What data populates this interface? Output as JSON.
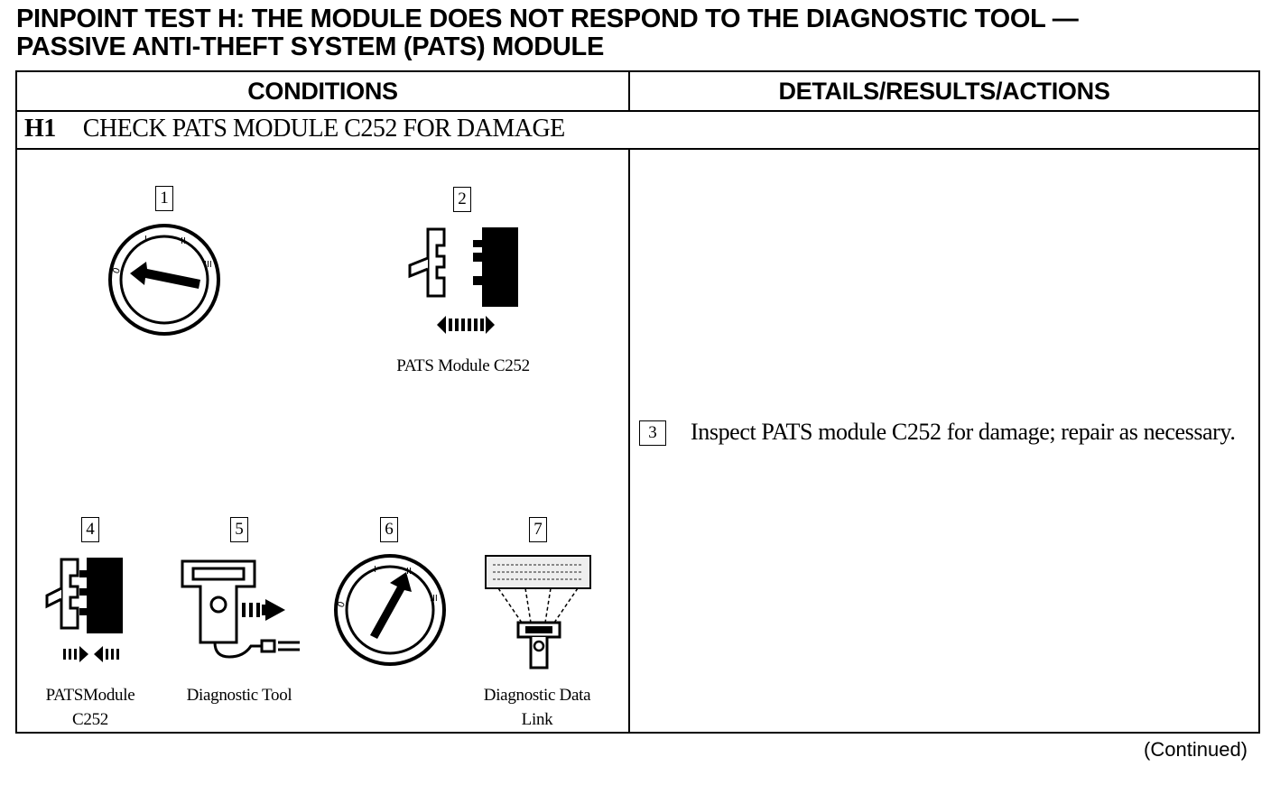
{
  "title": {
    "line1": "PINPOINT TEST H:  THE MODULE DOES NOT RESPOND TO THE DIAGNOSTIC TOOL —",
    "line2": "PASSIVE ANTI-THEFT SYSTEM (PATS) MODULE"
  },
  "table": {
    "col_conditions": "CONDITIONS",
    "col_details": "DETAILS/RESULTS/ACTIONS"
  },
  "step": {
    "id": "H1",
    "title": "CHECK PATS MODULE C252 FOR DAMAGE"
  },
  "illustrations": [
    {
      "num": "1",
      "caption": "",
      "icon": "ignition-key-off-icon"
    },
    {
      "num": "2",
      "caption": "PATS Module C252",
      "icon": "connector-disconnect-icon"
    },
    {
      "num": "4",
      "caption_l1": "PATSModule",
      "caption_l2": "C252",
      "icon": "connector-connect-icon"
    },
    {
      "num": "5",
      "caption": "Diagnostic Tool",
      "icon": "diagnostic-tool-icon"
    },
    {
      "num": "6",
      "caption": "",
      "icon": "ignition-key-run-icon"
    },
    {
      "num": "7",
      "caption_l1": "Diagnostic Data",
      "caption_l2": "Link",
      "icon": "data-link-icon"
    }
  ],
  "action": {
    "num": "3",
    "text": "Inspect PATS module C252 for damage; repair as necessary."
  },
  "footer": {
    "continued": "(Continued)"
  }
}
